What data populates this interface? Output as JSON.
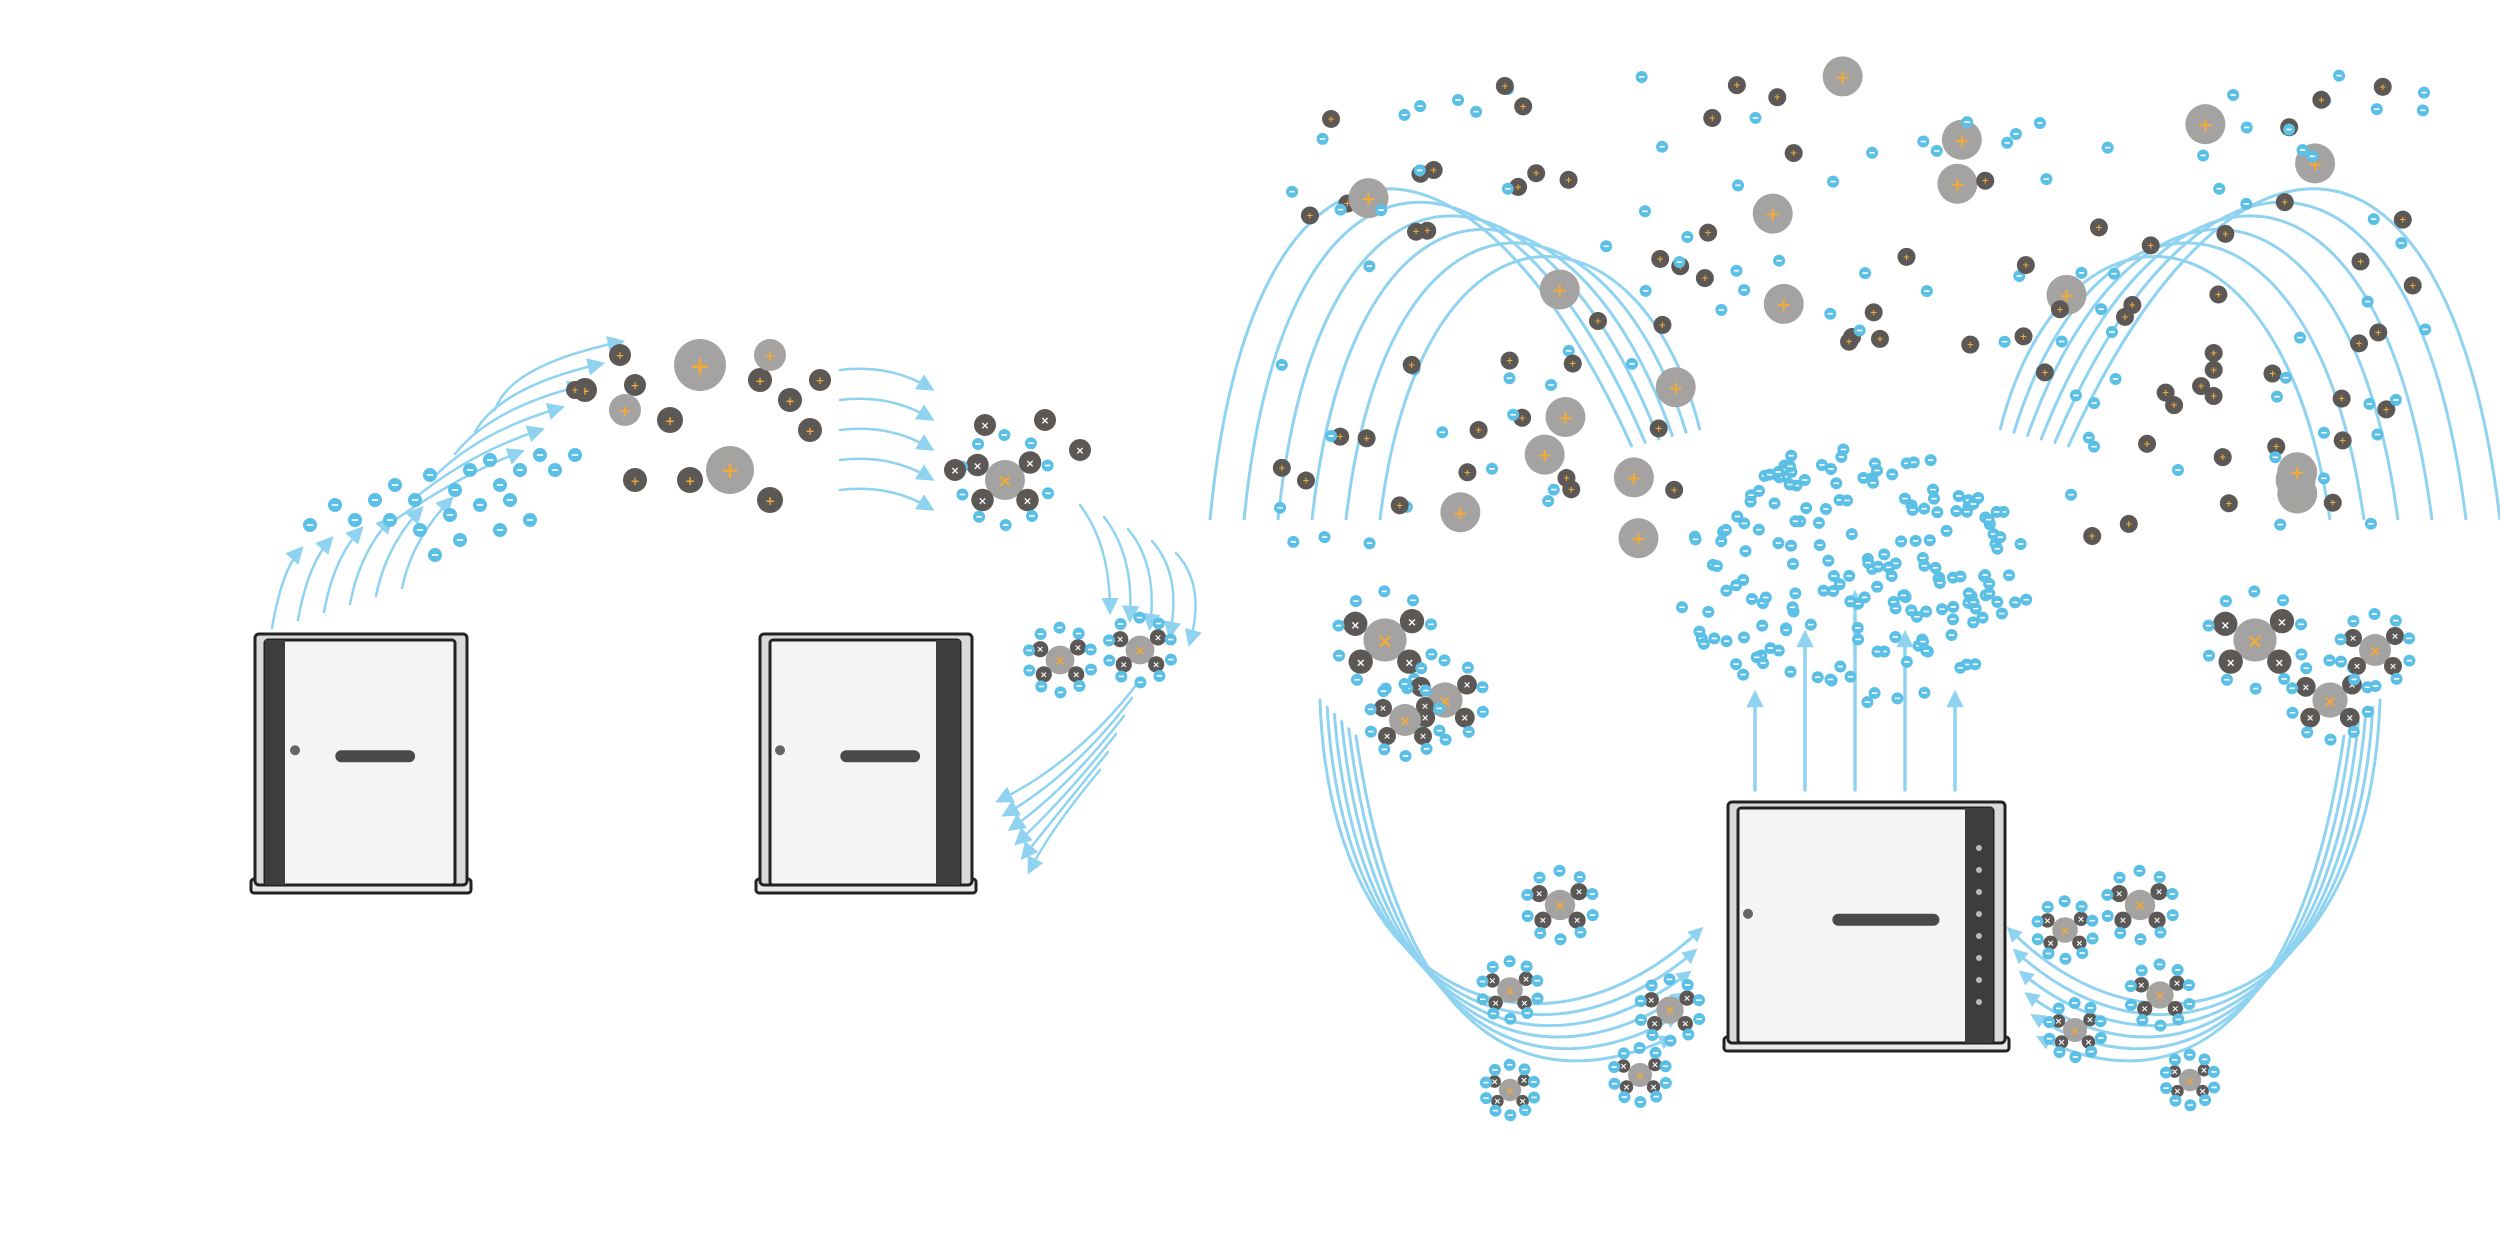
{
  "colors": {
    "background": "#ffffff",
    "airflow": "#8fd3f1",
    "negative_ion": "#5bbfe6",
    "positive_ion_dark": "#5c5856",
    "positive_ion_light": "#a5a3a2",
    "charge_mark": "#f0a93b",
    "device_body": "#f4f4f4",
    "device_frame": "#3d3d3d",
    "device_outline": "#222222"
  },
  "symbols": {
    "negative": "−",
    "positive": "+",
    "neutralized": "×"
  },
  "panels": [
    {
      "id": "left",
      "devices": 2,
      "icon": "ion-generator-device-icon"
    },
    {
      "id": "right",
      "devices": 1,
      "icon": "air-purifier-device-icon"
    }
  ]
}
